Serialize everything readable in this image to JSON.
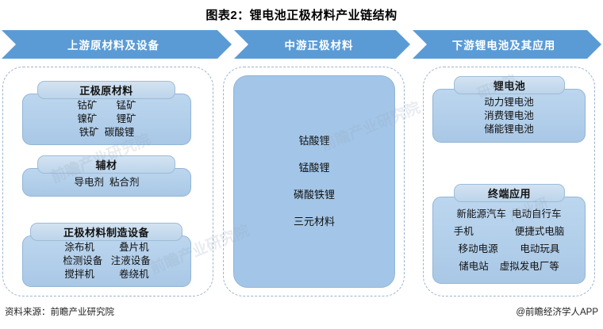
{
  "title": "图表2：锂电池正极材料产业链结构",
  "colors": {
    "banner": "#5B9BD5",
    "box_header": "#cfe0f1",
    "box_body": "#aecce8",
    "dashed_border": "#9bb4cf"
  },
  "banners": [
    {
      "id": "upstream",
      "label": "上游原材料及设备"
    },
    {
      "id": "midstream",
      "label": "中游正极材料"
    },
    {
      "id": "downstream",
      "label": "下游锂电池及其应用"
    }
  ],
  "columns": {
    "upstream": {
      "groups": [
        {
          "id": "cathode-raw-materials",
          "header": "正极原材料",
          "lines": [
            "钴矿       锰矿",
            "镍矿       锂矿",
            "铁矿  碳酸锂"
          ]
        },
        {
          "id": "auxiliary-materials",
          "header": "辅材",
          "lines": [
            "导电剂  粘合剂"
          ]
        },
        {
          "id": "manufacturing-equipment",
          "header": "正极材料制造设备",
          "lines": [
            "涂布机         叠片机",
            "检测设备   注液设备",
            "搅拌机         卷绕机"
          ]
        }
      ]
    },
    "midstream": {
      "groups": [
        {
          "id": "cathode-materials",
          "header": "",
          "lines": [
            "钴酸锂",
            "锰酸锂",
            "磷酸铁锂",
            "三元材料"
          ]
        }
      ]
    },
    "downstream": {
      "groups": [
        {
          "id": "lithium-battery",
          "header": "锂电池",
          "lines": [
            "动力锂电池",
            "消费锂电池",
            "储能锂电池"
          ]
        },
        {
          "id": "end-applications",
          "header": "终端应用",
          "lines": [
            "新能源汽车  电动自行车",
            "手机               便捷式电脑",
            "移动电源        电动玩具",
            "储电站    虚拟发电厂等"
          ]
        }
      ]
    }
  },
  "footer": {
    "source": "资料来源：前瞻产业研究院",
    "attribution": "@前瞻经济学人APP"
  },
  "watermark": {
    "text_a": "前瞻产业研究院",
    "text_b": "前瞻产业研究院",
    "text_c": "前瞻产业研究院",
    "text_d": "研究院",
    "text_e": "产业研"
  }
}
